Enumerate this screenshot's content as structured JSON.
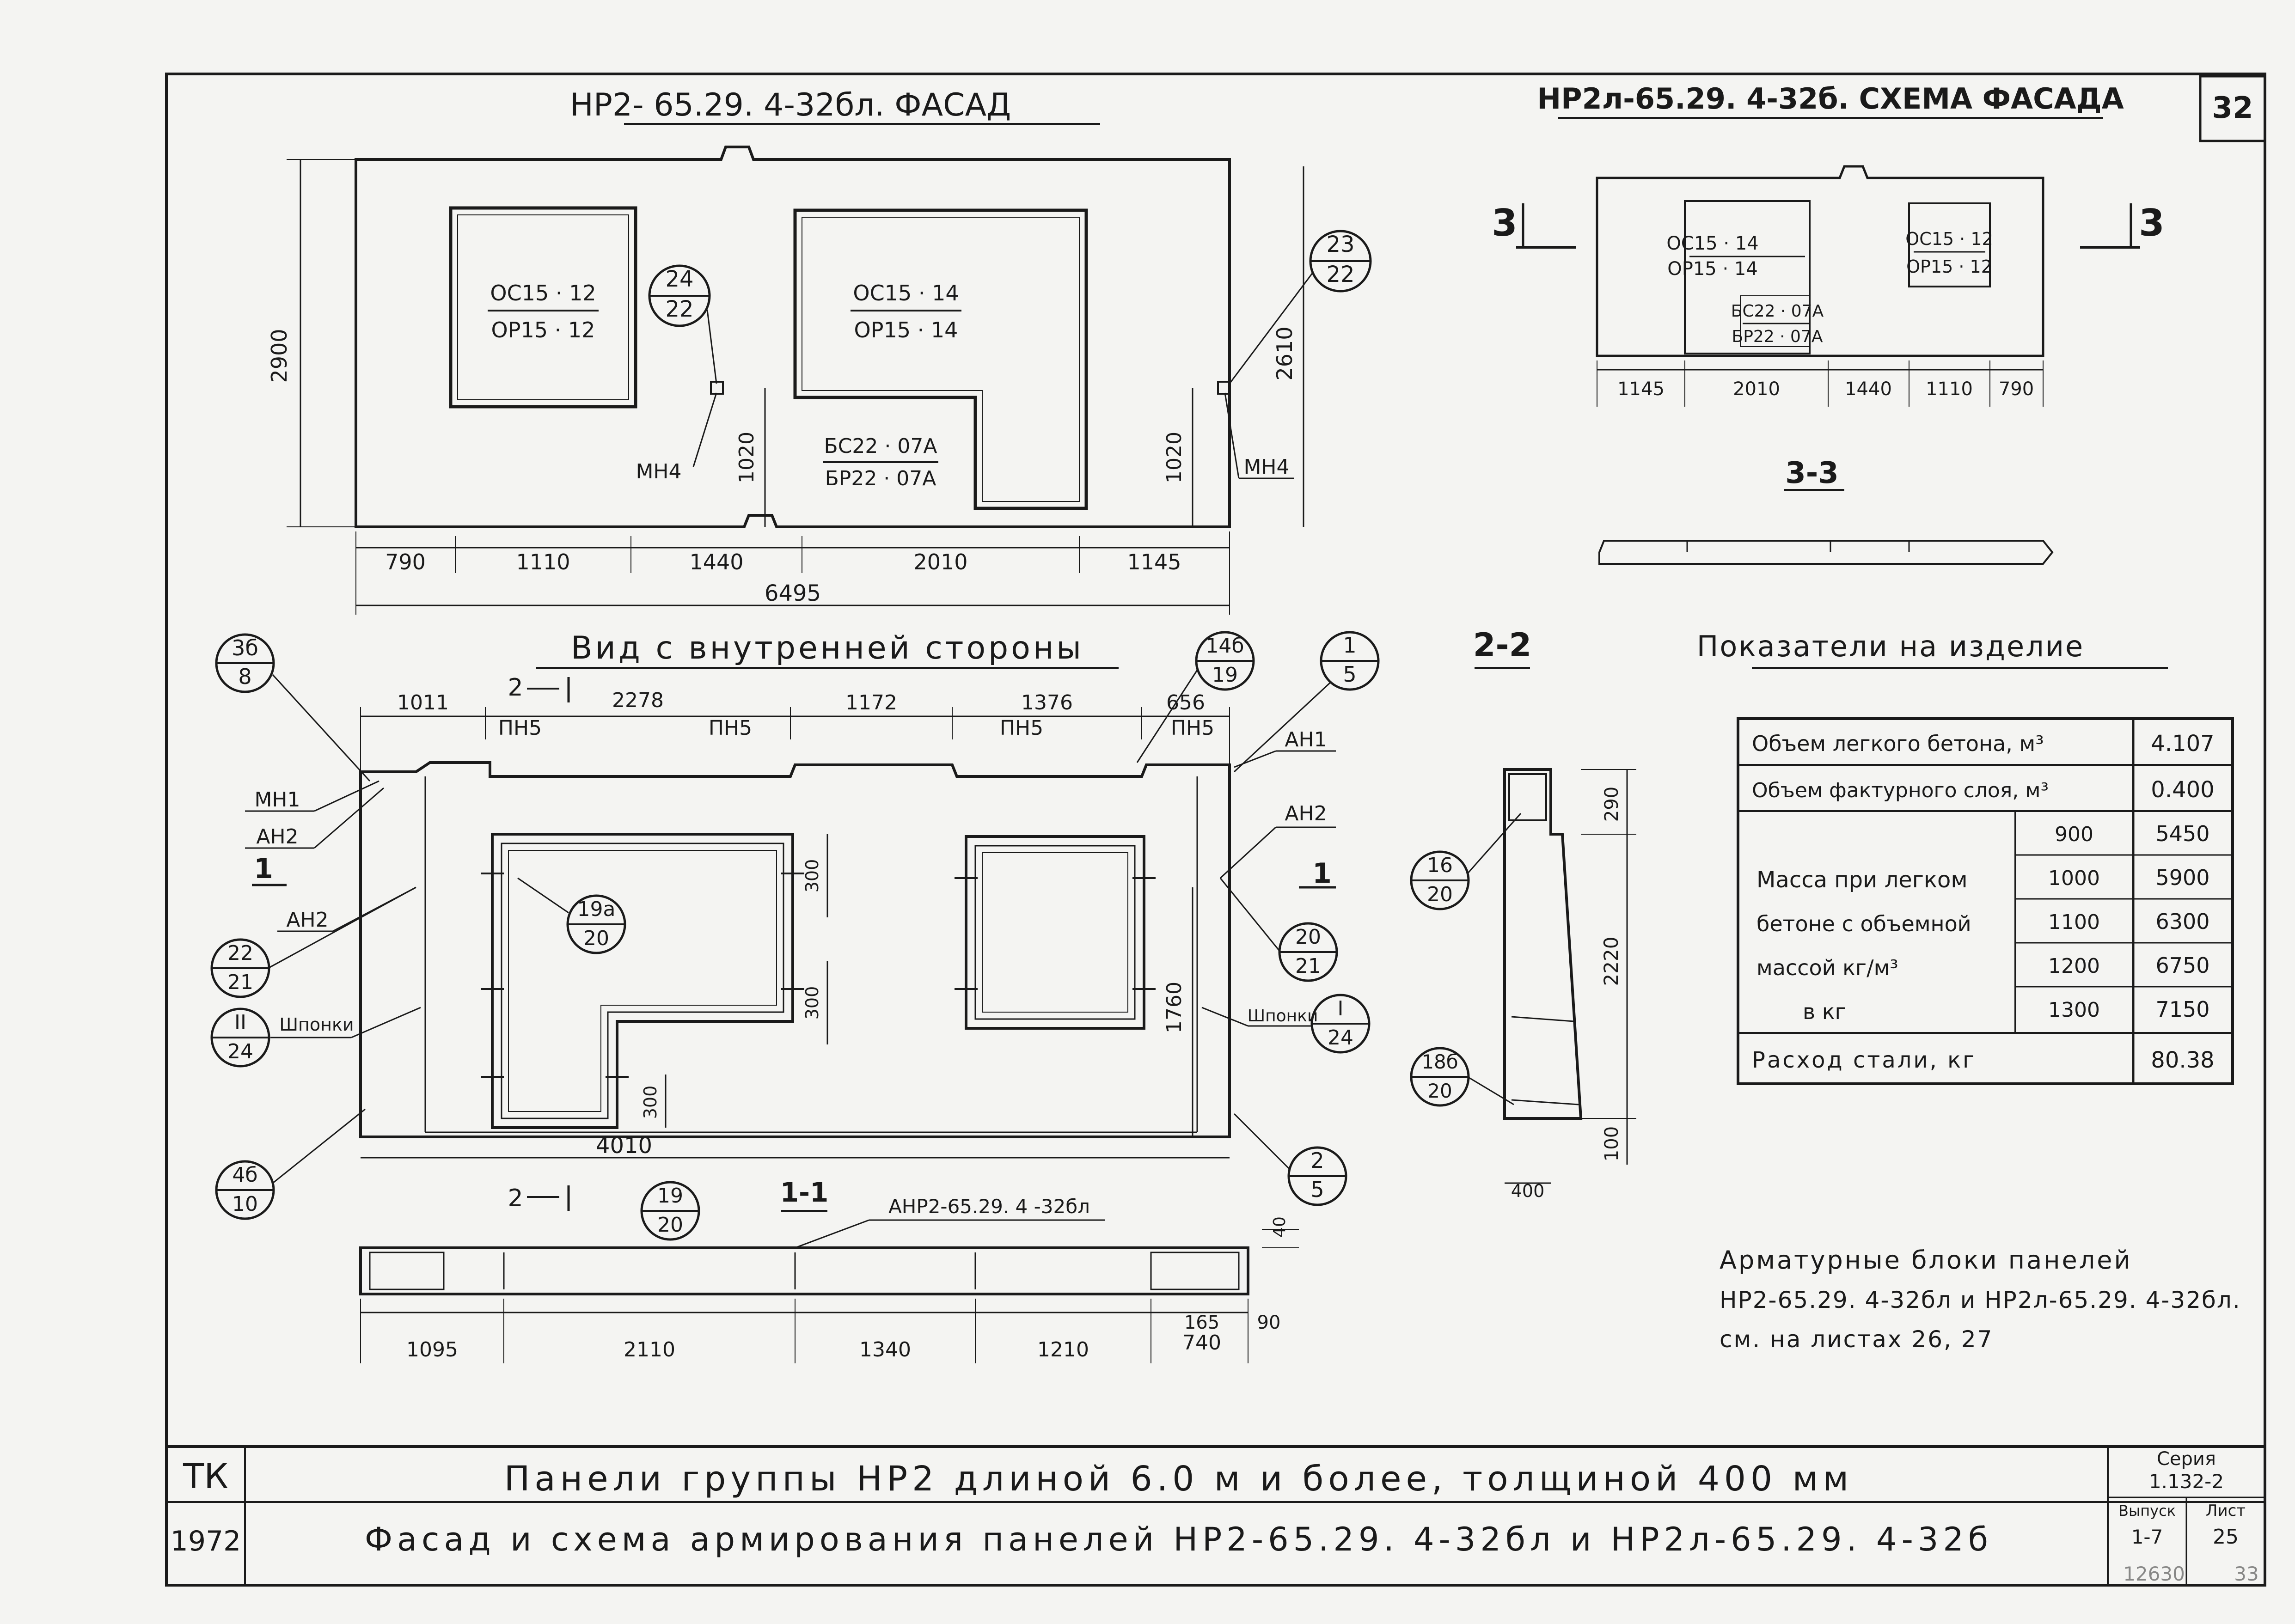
{
  "sheet_number": "32",
  "facade": {
    "title": "НР2- 65.29. 4-32бл. ФАСАД",
    "window_left": {
      "top": "ОС15 · 12",
      "bottom": "ОР15 · 12"
    },
    "window_right": {
      "top": "ОС15 · 14",
      "bottom": "ОР15 · 14"
    },
    "door": {
      "top": "БС22 · 07А",
      "bottom": "БР22 · 07А"
    },
    "callout_left": {
      "top": "24",
      "bottom": "22"
    },
    "callout_right": {
      "top": "23",
      "bottom": "22"
    },
    "label_mn4_left": "МН4",
    "label_mn4_right": "МН4",
    "dim_height": "2900",
    "dim_2610": "2610",
    "dim_1020_left": "1020",
    "dim_1020_right": "1020",
    "dims_bottom": [
      "790",
      "1110",
      "1440",
      "2010",
      "1145"
    ],
    "dim_total": "6495"
  },
  "scheme": {
    "title": "НР2л-65.29. 4-32б. СХЕМА ФАСАДА",
    "section_mark_left": "3",
    "section_mark_right": "3",
    "window_a": {
      "top": "ОС15 · 14",
      "bottom": "ОР15 · 14"
    },
    "window_b": {
      "top": "ОС15 · 12",
      "bottom": "ОР15 · 12"
    },
    "door": {
      "top": "БС22 · 07А",
      "bottom": "БР22 · 07А"
    },
    "dims": [
      "1145",
      "2010",
      "1440",
      "1110",
      "790"
    ],
    "section_label": "3-3"
  },
  "inner_view": {
    "title": "Вид с внутренней стороны",
    "dims_top": [
      "1011",
      "2278",
      "1172",
      "1376",
      "656"
    ],
    "pn5_labels": [
      "ПН5",
      "ПН5",
      "ПН5",
      "ПН5"
    ],
    "section_mark": "2",
    "callouts": [
      {
        "top": "3б",
        "bottom": "8"
      },
      {
        "top": "14б",
        "bottom": "19"
      },
      {
        "top": "1",
        "bottom": "5"
      },
      {
        "top": "19а",
        "bottom": "20"
      },
      {
        "top": "22",
        "bottom": "21"
      },
      {
        "top": "II",
        "bottom": "24"
      },
      {
        "top": "20",
        "bottom": "21"
      },
      {
        "top": "I",
        "bottom": "24"
      },
      {
        "top": "4б",
        "bottom": "10"
      },
      {
        "top": "2",
        "bottom": "5"
      },
      {
        "top": "19",
        "bottom": "20"
      }
    ],
    "labels": {
      "mn1": "МН1",
      "an2_left": "АН2",
      "an2_left_lower": "АН2",
      "an1": "АН1",
      "an2_right": "АН2",
      "shponki_left": "Шпонки",
      "shponki_right": "Шпонки",
      "section_1": "1"
    },
    "dim_300_a": "300",
    "dim_300_b": "300",
    "dim_300_c": "300",
    "dim_1760": "1760",
    "dim_4010": "4010",
    "section_2_bottom": "2",
    "section_1_1": "1-1",
    "anr_label": "АНР2-65.29. 4 -32бл",
    "dim_40": "40",
    "dims_section": [
      "1095",
      "2110",
      "1340",
      "1210",
      "740"
    ],
    "dim_165": "165",
    "dim_90": "90"
  },
  "section_2_2": {
    "title": "2-2",
    "dims": [
      "290",
      "2220",
      "100"
    ],
    "dim_400": "400",
    "callout_a": {
      "top": "16",
      "bottom": "20"
    },
    "callout_b": {
      "top": "18б",
      "bottom": "20"
    }
  },
  "indicators": {
    "title": "Показатели на изделие",
    "rows": [
      {
        "label": "Объем легкого бетона, м³",
        "value": "4.107"
      },
      {
        "label": "Объем фактурного слоя, м³",
        "value": "0.400"
      }
    ],
    "mass_label_lines": [
      "Масса при легком",
      "бетоне с объемной",
      "массой кг/м³",
      "в кг"
    ],
    "mass_rows": [
      {
        "density": "900",
        "mass": "5450"
      },
      {
        "density": "1000",
        "mass": "5900"
      },
      {
        "density": "1100",
        "mass": "6300"
      },
      {
        "density": "1200",
        "mass": "6750"
      },
      {
        "density": "1300",
        "mass": "7150"
      }
    ],
    "steel": {
      "label": "Расход стали, кг",
      "value": "80.38"
    }
  },
  "note_lines": [
    "Арматурные блоки панелей",
    "НР2-65.29. 4-32бл и НР2л-65.29. 4-32бл.",
    "см. на листах 26, 27"
  ],
  "title_block": {
    "tk": "ТК",
    "year": "1972",
    "line1": "Панели группы НР2 длиной 6.0 м и более, толщиной 400 мм",
    "line2": "Фасад и схема армирования панелей НР2-65.29. 4-32бл и НР2л-65.29. 4-32б",
    "series_label": "Серия",
    "series_value": "1.132-2",
    "issue_label": "Выпуск",
    "issue_value": "1-7",
    "sheet_label": "Лист",
    "sheet_value": "25",
    "archive_number": "12630",
    "page_corner": "33"
  }
}
